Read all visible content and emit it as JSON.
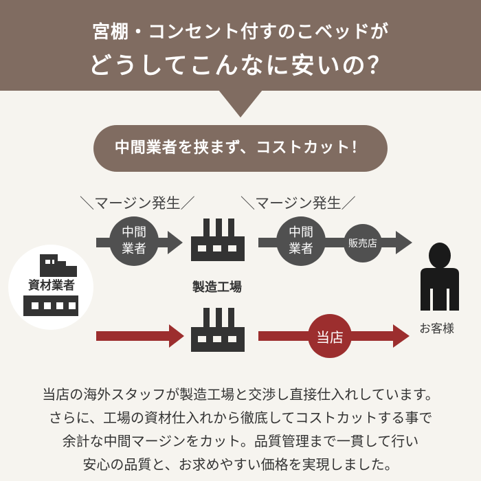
{
  "header": {
    "line1": "宮棚・コンセント付すのこベッドが",
    "line2": "どうしてこんなに安いの？"
  },
  "pill_text": "中間業者を挟まず、コストカット！",
  "flow_top": {
    "margin_label_1": "＼マージン発生／",
    "margin_label_2": "＼マージン発生／",
    "middleman_1": [
      "中間",
      "業者"
    ],
    "middleman_2": [
      "中間",
      "業者"
    ],
    "retailer": "販売店",
    "factory_label": "製造工場"
  },
  "supplier": "資材業者",
  "customer": "お客様",
  "flow_bottom": {
    "shop": "当店"
  },
  "paragraph": [
    "当店の海外スタッフが製造工場と交渉し直接仕入れしています。",
    "さらに、工場の資材仕入れから徹底してコストカットする事で",
    "余計な中間マージンをカット。品質管理まで一貫して行い",
    "安心の品質と、お求めやすい価格を実現しました。"
  ],
  "colors": {
    "brown": "#806c61",
    "gray": "#505050",
    "red": "#9c2e2e",
    "background": "#f6f4ef"
  }
}
